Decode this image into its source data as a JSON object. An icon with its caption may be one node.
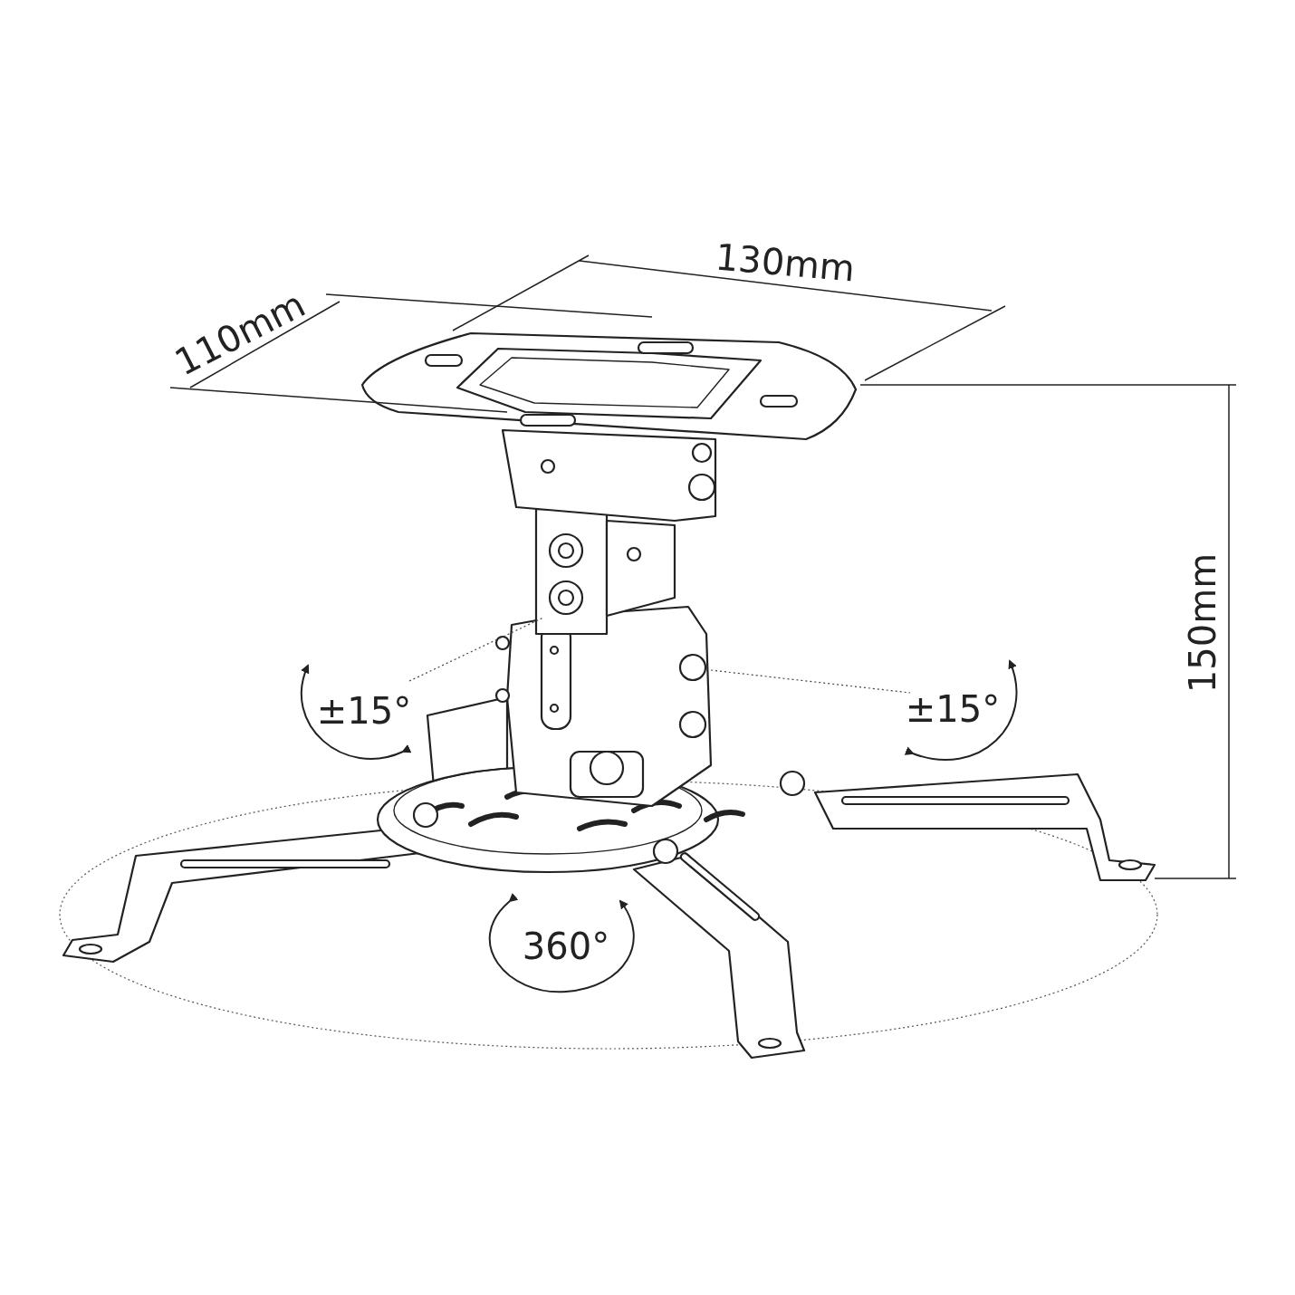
{
  "diagram": {
    "labels": [
      "130mm",
      "110mm",
      "150mm",
      "±15°",
      "±15°",
      "360°"
    ]
  }
}
